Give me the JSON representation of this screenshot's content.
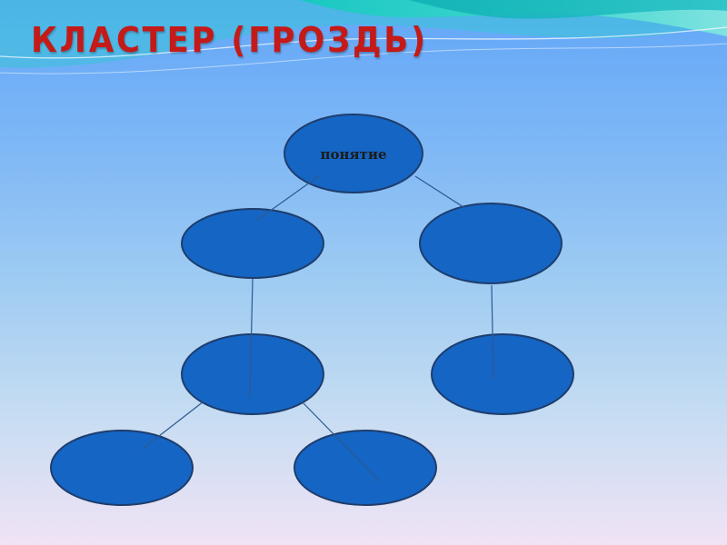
{
  "slide": {
    "title": "Кластер (гроздь)"
  },
  "cluster": {
    "nodes": [
      {
        "id": "root",
        "label": "понятие"
      },
      {
        "id": "level1-left",
        "label": ""
      },
      {
        "id": "level1-right",
        "label": ""
      },
      {
        "id": "level2-left",
        "label": ""
      },
      {
        "id": "level2-right",
        "label": ""
      },
      {
        "id": "level3-left",
        "label": ""
      },
      {
        "id": "level3-right",
        "label": ""
      }
    ],
    "links": [
      [
        "root",
        "level1-left"
      ],
      [
        "root",
        "level1-right"
      ],
      [
        "level1-left",
        "level2-left"
      ],
      [
        "level1-right",
        "level2-right"
      ],
      [
        "level2-left",
        "level3-left"
      ],
      [
        "level2-left",
        "level3-right"
      ]
    ],
    "node_fill": "#1565c4",
    "node_stroke": "#1e3d6c",
    "link_color": "#2c5a92"
  }
}
